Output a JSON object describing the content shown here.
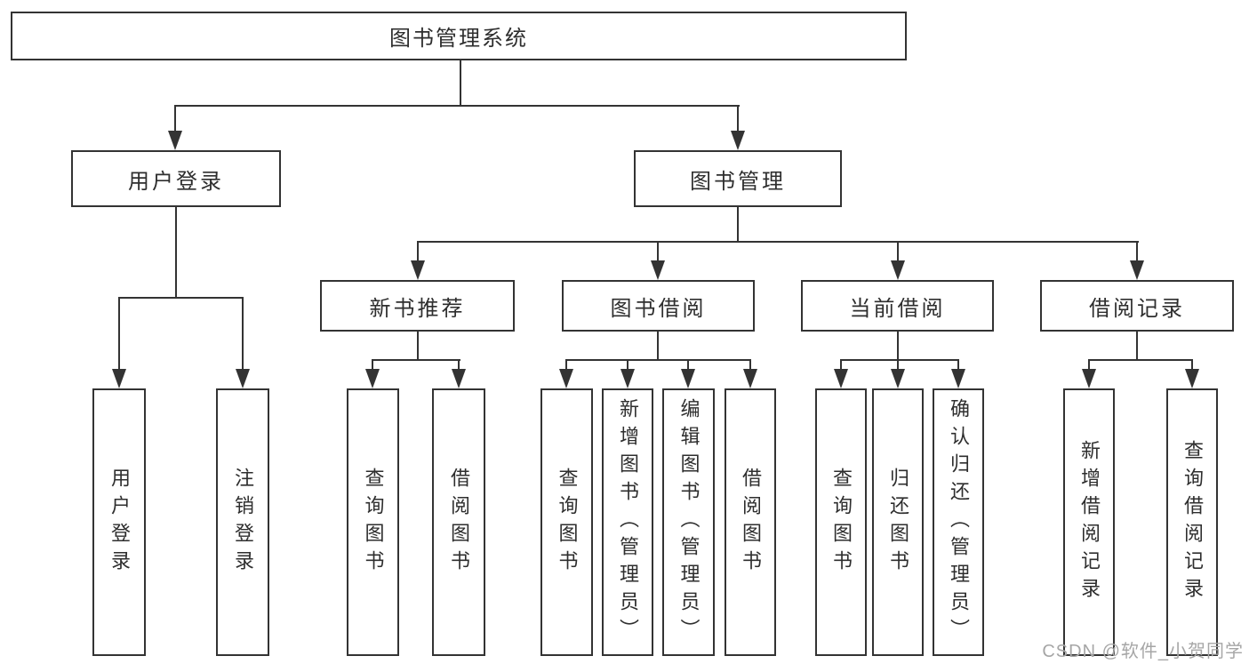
{
  "diagram": {
    "colors": {
      "line": "#333333",
      "text": "#2e2e2e",
      "box_background": "#ffffff",
      "watermark_color": "#a6a6a6"
    },
    "watermark": "CSDN @软件_小贺同学",
    "tree": {
      "label": "图书管理系统",
      "children": [
        {
          "label": "用户登录",
          "children": [
            {
              "label": "用户登录"
            },
            {
              "label": "注销登录"
            }
          ]
        },
        {
          "label": "图书管理",
          "children": [
            {
              "label": "新书推荐",
              "children": [
                {
                  "label": "查询图书"
                },
                {
                  "label": "借阅图书"
                }
              ]
            },
            {
              "label": "图书借阅",
              "children": [
                {
                  "label": "查询图书"
                },
                {
                  "label": "新增图书（管理员）"
                },
                {
                  "label": "编辑图书（管理员）"
                },
                {
                  "label": "借阅图书"
                }
              ]
            },
            {
              "label": "当前借阅",
              "children": [
                {
                  "label": "查询图书"
                },
                {
                  "label": "归还图书"
                },
                {
                  "label": "确认归还（管理员）"
                }
              ]
            },
            {
              "label": "借阅记录",
              "children": [
                {
                  "label": "新增借阅记录"
                },
                {
                  "label": "查询借阅记录"
                }
              ]
            }
          ]
        }
      ]
    }
  }
}
